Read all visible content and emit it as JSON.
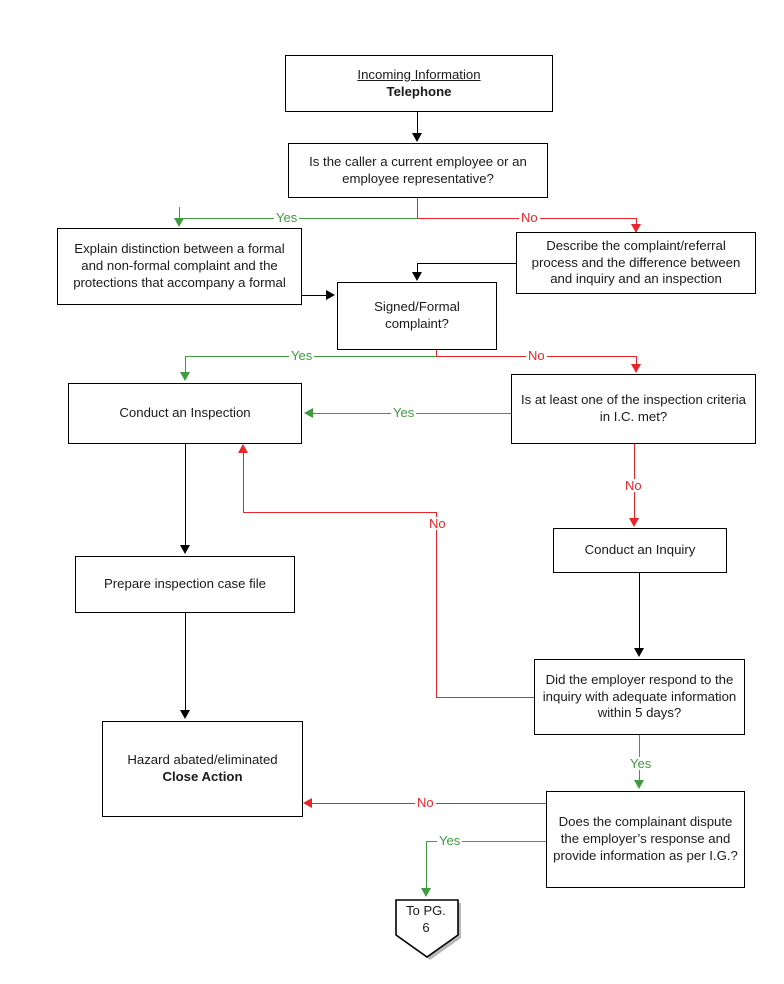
{
  "diagram": {
    "title": "Incoming Information - Telephone complaint/referral process flowchart",
    "colors": {
      "yes_branch": "#3e9b3e",
      "no_branch": "#e8252a",
      "box_border": "#000000",
      "text": "#1a1a1a",
      "background": "#ffffff"
    }
  },
  "nodes": {
    "start": {
      "heading": "Incoming Information",
      "subheading": "Telephone"
    },
    "caller_question": {
      "text": "Is the caller a current employee or an employee representative?"
    },
    "explain_distinction": {
      "text": "Explain distinction between a formal and non-formal complaint and the protections that accompany a formal"
    },
    "describe_process": {
      "text": "Describe the complaint/referral process and the difference between and inquiry and an inspection"
    },
    "signed_formal": {
      "text": "Signed/Formal complaint?"
    },
    "conduct_inspection": {
      "text": "Conduct an Inspection"
    },
    "inspection_criteria": {
      "text": "Is at least one of the inspection criteria in I.C. met?"
    },
    "prepare_case_file": {
      "text": "Prepare inspection case file"
    },
    "conduct_inquiry": {
      "text": "Conduct an Inquiry"
    },
    "employer_respond": {
      "text": "Did the employer respond to the inquiry with adequate information within 5 days?"
    },
    "hazard_abated": {
      "line1": "Hazard abated/eliminated",
      "line2": "Close Action"
    },
    "complainant_dispute": {
      "text": "Does the complainant dispute the employer’s response and provide information as per I.G.?"
    },
    "to_page": {
      "line1": "To PG.",
      "line2": "6"
    }
  },
  "edge_labels": {
    "caller_yes": "Yes",
    "caller_no": "No",
    "signed_yes": "Yes",
    "signed_no": "No",
    "criteria_yes": "Yes",
    "criteria_no": "No",
    "respond_no": "No",
    "respond_yes": "Yes",
    "dispute_no": "No",
    "dispute_yes": "Yes"
  }
}
